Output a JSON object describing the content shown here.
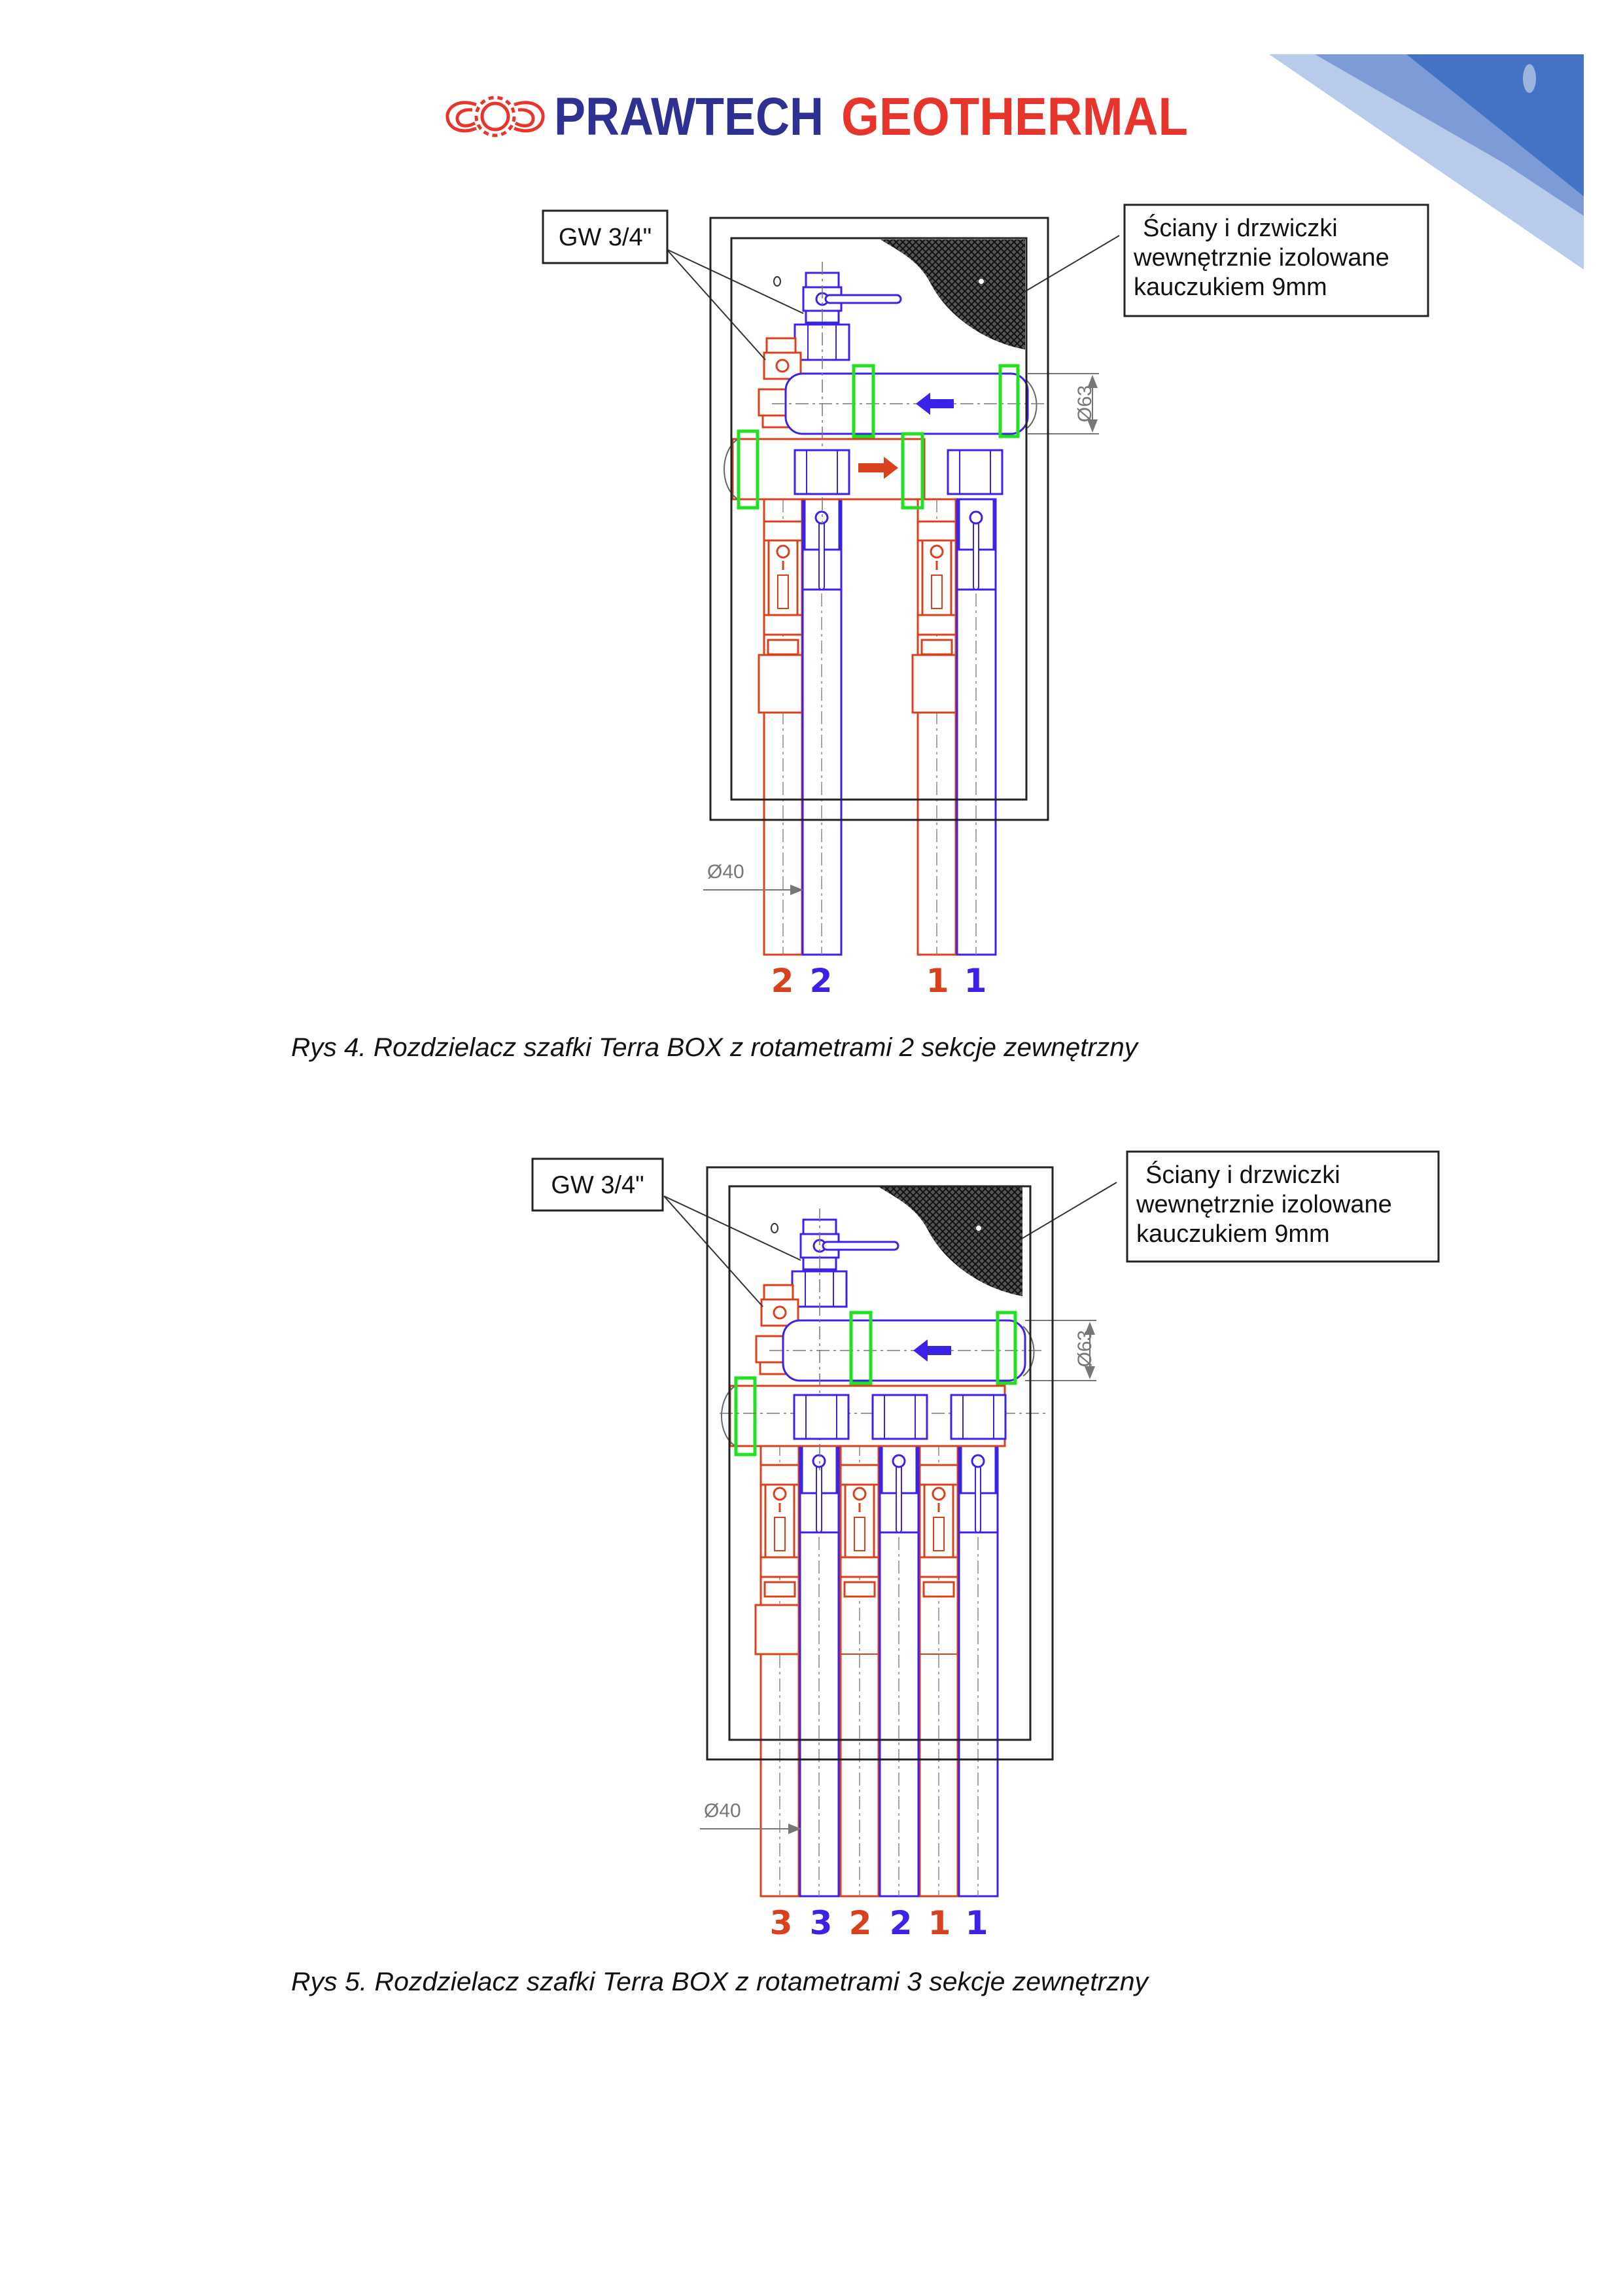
{
  "header": {
    "brand_part1": "PRAWTECH",
    "brand_part2": "GEOTHERMAL"
  },
  "colors": {
    "brand_blue": "#2e3192",
    "brand_red": "#e8352b",
    "hot_pipe": "#d9401c",
    "cold_pipe": "#3a22e6",
    "clamp": "#22e022",
    "corner_dark": "#4472c4",
    "corner_mid": "#7d9bd6",
    "corner_light": "#b9cbea"
  },
  "figures": [
    {
      "label_gw": "GW 3/4\"",
      "label_walls": [
        "Ściany i drzwiczki",
        "wewnętrznie izolowane",
        "kauczukiem 9mm"
      ],
      "dim_header": "Ø63",
      "dim_pipe": "Ø40",
      "circuit_numbers": [
        "2",
        "2",
        "1",
        "1"
      ],
      "caption": "Rys 4. Rozdzielacz szafki Terra BOX z rotametrami 2 sekcje zewnętrzny"
    },
    {
      "label_gw": "GW 3/4\"",
      "label_walls": [
        "Ściany i drzwiczki",
        "wewnętrznie izolowane",
        "kauczukiem 9mm"
      ],
      "dim_header": "Ø63",
      "dim_pipe": "Ø40",
      "circuit_numbers": [
        "3",
        "3",
        "2",
        "2",
        "1",
        "1"
      ],
      "caption": "Rys 5. Rozdzielacz szafki Terra BOX z rotametrami 3 sekcje zewnętrzny"
    }
  ]
}
